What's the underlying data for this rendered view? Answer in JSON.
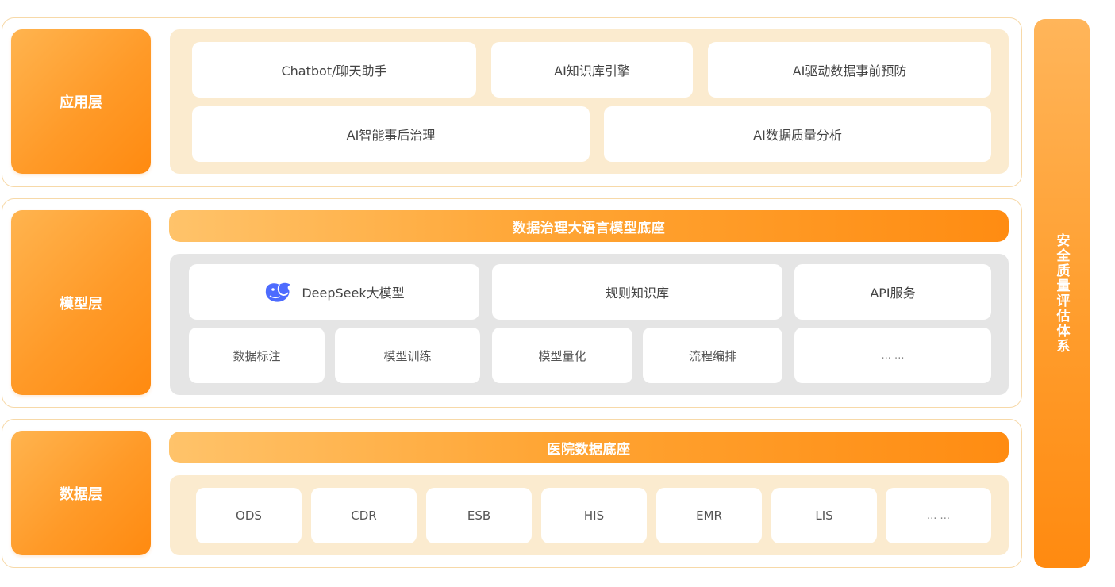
{
  "application_layer": {
    "label": "应用层",
    "items": [
      "Chatbot/聊天助手",
      "AI知识库引擎",
      "AI驱动数据事前预防",
      "AI智能事后治理",
      "AI数据质量分析"
    ]
  },
  "model_layer": {
    "label": "模型层",
    "banner": "数据治理大语言模型底座",
    "row1": [
      "DeepSeek大模型",
      "规则知识库",
      "API服务"
    ],
    "row2": [
      "数据标注",
      "模型训练",
      "模型量化",
      "流程编排",
      "... ..."
    ]
  },
  "data_layer": {
    "label": "数据层",
    "banner": "医院数据底座",
    "items": [
      "ODS",
      "CDR",
      "ESB",
      "HIS",
      "EMR",
      "LIS",
      "... ..."
    ]
  },
  "side_bar": {
    "label": "安全质量评估体系"
  },
  "icons": {
    "deepseek_logo": "whale-logo-icon"
  },
  "colors": {
    "accent_orange": "#ff8c12",
    "accent_light": "#ffb44f",
    "cream_panel": "#fbebcf",
    "gray_panel": "#e5e5e5",
    "deepseek_blue": "#4d6bfe"
  }
}
